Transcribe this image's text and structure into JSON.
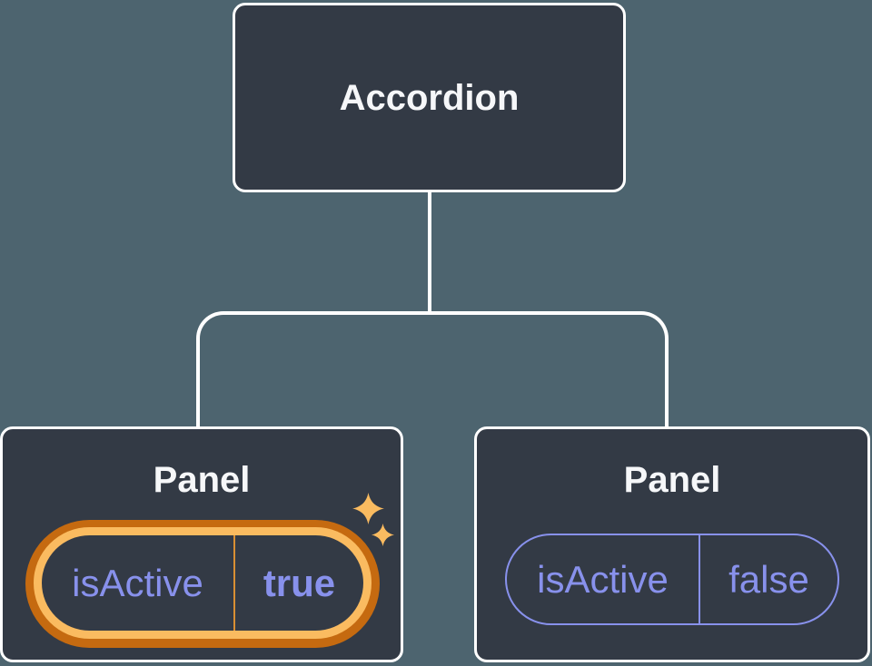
{
  "colors": {
    "bg": "#4d646f",
    "node-fill": "#333a45",
    "line": "#ffffff",
    "title": "#f6f7f9",
    "purple": "#8891ec",
    "gold": "#fabb60",
    "orange": "#c56a10",
    "divider-gold": "#d98f33"
  },
  "tree": {
    "root": {
      "label": "Accordion"
    },
    "children": [
      {
        "label": "Panel",
        "prop": {
          "name": "isActive",
          "value": "true"
        },
        "highlighted": true,
        "decoration": "sparkle-icons"
      },
      {
        "label": "Panel",
        "prop": {
          "name": "isActive",
          "value": "false"
        },
        "highlighted": false
      }
    ]
  },
  "icons": {
    "sparkle": "four-point-star"
  }
}
